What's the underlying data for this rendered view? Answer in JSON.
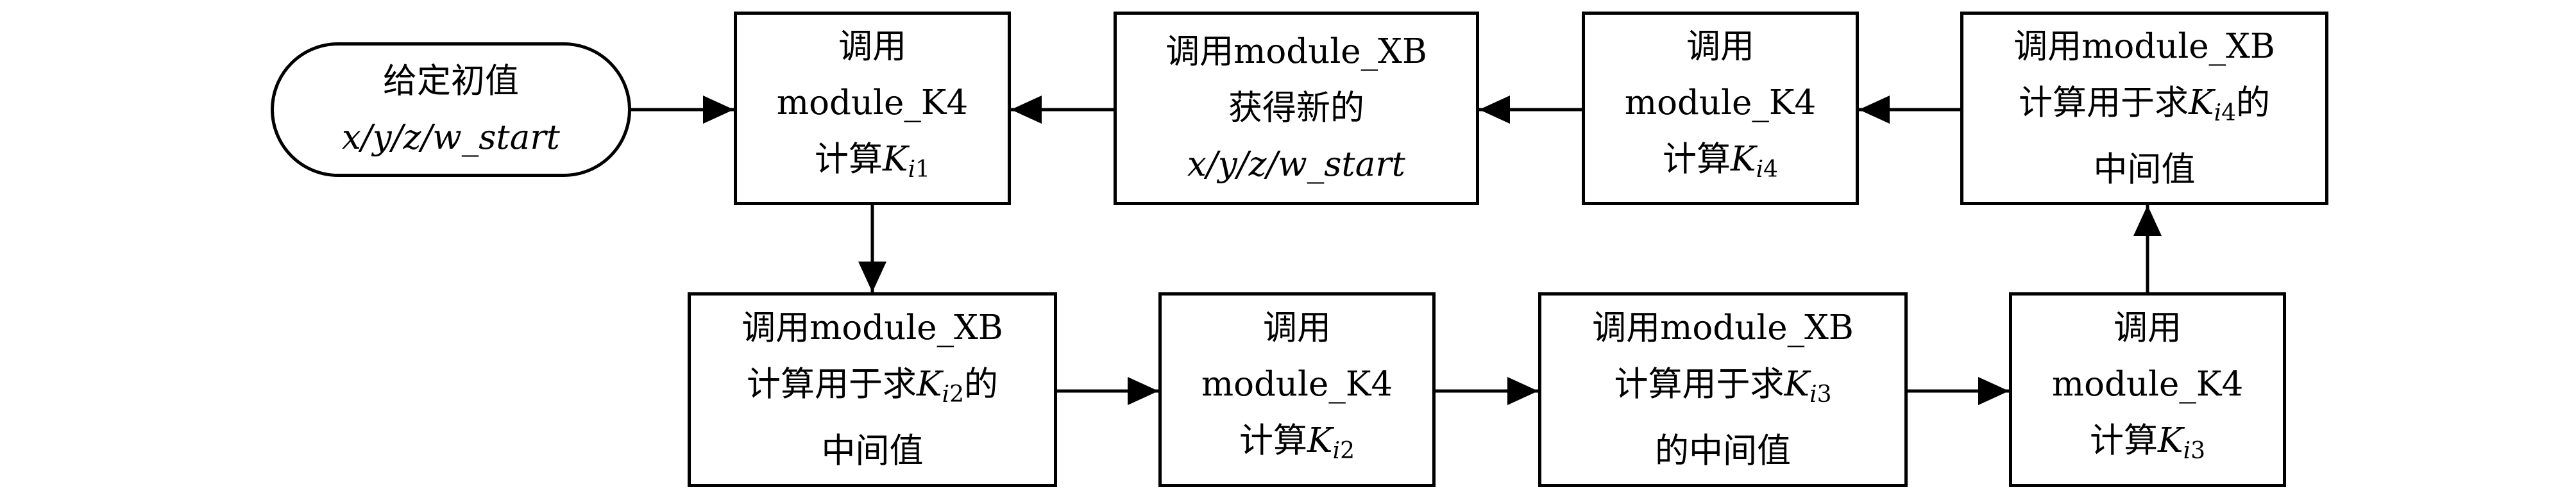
{
  "nodes": {
    "start": {
      "line1": "给定初值",
      "line2": "x/y/z/w_start"
    },
    "k1": {
      "line1": "调用",
      "line2": "module_K4",
      "line3_prefix": "计算",
      "line3_var": "K",
      "line3_sub_i": "i",
      "line3_sub_n": "1"
    },
    "xb_new": {
      "line1": "调用module_XB",
      "line2": "获得新的",
      "line3": "x/y/z/w_start"
    },
    "k4": {
      "line1": "调用",
      "line2": "module_K4",
      "line3_prefix": "计算",
      "line3_var": "K",
      "line3_sub_i": "i",
      "line3_sub_n": "4"
    },
    "xb_k4": {
      "line1": "调用module_XB",
      "line2_prefix": "计算用于求",
      "line2_var": "K",
      "line2_sub_i": "i",
      "line2_sub_n": "4",
      "line2_suffix": "的",
      "line3": "中间值"
    },
    "xb_k2": {
      "line1": "调用module_XB",
      "line2_prefix": "计算用于求",
      "line2_var": "K",
      "line2_sub_i": "i",
      "line2_sub_n": "2",
      "line2_suffix": "的",
      "line3": "中间值"
    },
    "k2": {
      "line1": "调用",
      "line2": "module_K4",
      "line3_prefix": "计算",
      "line3_var": "K",
      "line3_sub_i": "i",
      "line3_sub_n": "2"
    },
    "xb_k3": {
      "line1": "调用module_XB",
      "line2_prefix": "计算用于求",
      "line2_var": "K",
      "line2_sub_i": "i",
      "line2_sub_n": "3",
      "line3": "的中间值"
    },
    "k3": {
      "line1": "调用",
      "line2": "module_K4",
      "line3_prefix": "计算",
      "line3_var": "K",
      "line3_sub_i": "i",
      "line3_sub_n": "3"
    }
  },
  "colors": {
    "stroke": "#000000",
    "background": "#ffffff"
  }
}
